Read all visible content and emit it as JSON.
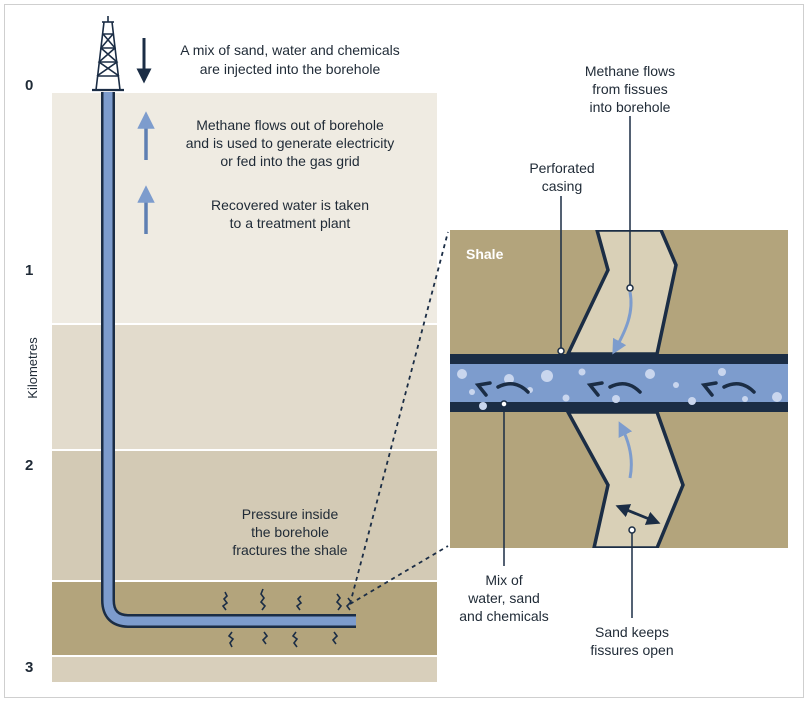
{
  "depth_axis": {
    "title": "Kilometres",
    "ticks": [
      "0",
      "1",
      "2",
      "3"
    ]
  },
  "labels": {
    "injection": [
      "A mix of sand, water and chemicals",
      "are injected into the borehole"
    ],
    "methane_out": [
      "Methane flows out of borehole",
      "and is used to generate electricity",
      "or fed into the gas grid"
    ],
    "recovered_water": [
      "Recovered water is taken",
      "to a treatment plant"
    ],
    "pressure": [
      "Pressure inside",
      "the borehole",
      "fractures the shale"
    ],
    "methane_fissures": [
      "Methane flows",
      "from fissues",
      "into borehole"
    ],
    "perforated_casing": [
      "Perforated",
      "casing"
    ],
    "shale": "Shale",
    "mix": [
      "Mix of",
      "water, sand",
      "and chemicals"
    ],
    "sand_keeps": [
      "Sand keeps",
      "fissures open"
    ]
  },
  "colors": {
    "layer_top": "#efebe2",
    "layer_mid1": "#e2dbcc",
    "layer_mid2": "#d3cab5",
    "layer_shale": "#b3a47c",
    "layer_bottom": "#d8cfbb",
    "pipe": "#7d9ccd",
    "pipe_dark": "#1b2d45",
    "fissure_fill": "#d9d0b7",
    "arrow_light": "#7d9ccd",
    "arrow_dark": "#1b2d45"
  },
  "icons": [
    "drill-rig-icon",
    "arrow-down-icon",
    "arrow-up-icon",
    "crack-icon",
    "flow-arrow-icon",
    "double-arrow-icon"
  ]
}
